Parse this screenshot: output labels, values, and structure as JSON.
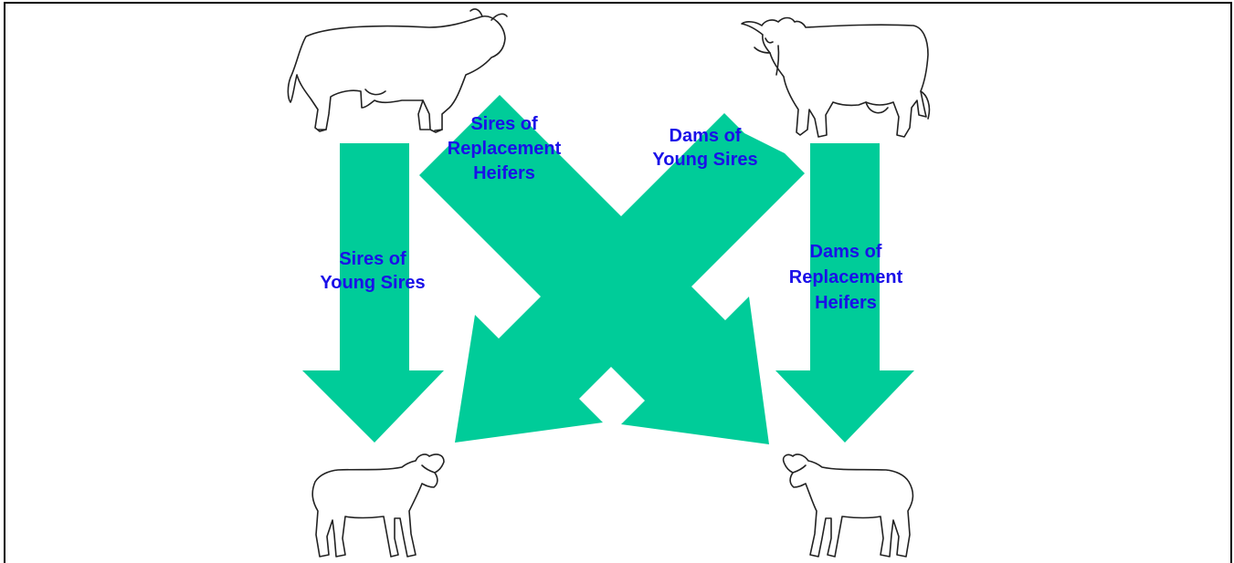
{
  "colors": {
    "arrow": "#00cc99",
    "label_text": "#1a10e8",
    "frame": "#000000"
  },
  "animals": {
    "sire": {
      "icon": "bull-icon"
    },
    "dam": {
      "icon": "cow-icon"
    },
    "young_sire": {
      "icon": "calf-icon"
    },
    "replacement_heifer": {
      "icon": "heifer-calf-icon"
    }
  },
  "labels": {
    "sires_of_young_sires": {
      "line1": "Sires of",
      "line2": "Young Sires"
    },
    "sires_of_replacement_heifers": {
      "line1": "Sires of",
      "line2": "Replacement",
      "line3": "Heifers"
    },
    "dams_of_young_sires": {
      "line1": "Dams of",
      "line2": "Young Sires"
    },
    "dams_of_replacement_heifers": {
      "line1": "Dams of",
      "line2": "Replacement",
      "line3": "Heifers"
    }
  }
}
